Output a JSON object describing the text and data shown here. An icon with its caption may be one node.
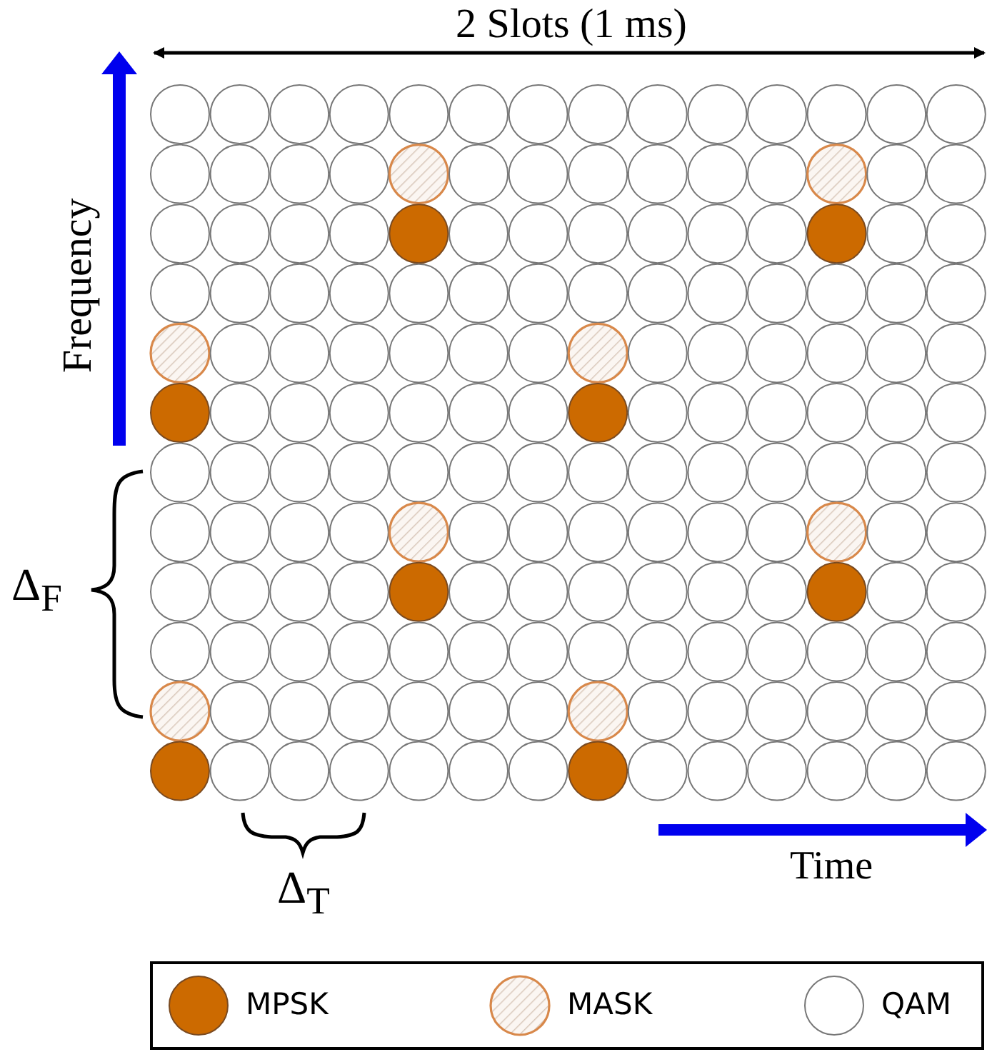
{
  "diagram": {
    "labels": [
      "2 Slots (1 ms)",
      "Frequency",
      "Δ$_{F}$",
      "Time",
      "Δ$_{T}$"
    ],
    "legend": [
      {
        "text": "MPSK",
        "color": "#cc6a00"
      },
      {
        "text": "MASK"
      },
      {
        "text": "QAM"
      }
    ]
  }
}
